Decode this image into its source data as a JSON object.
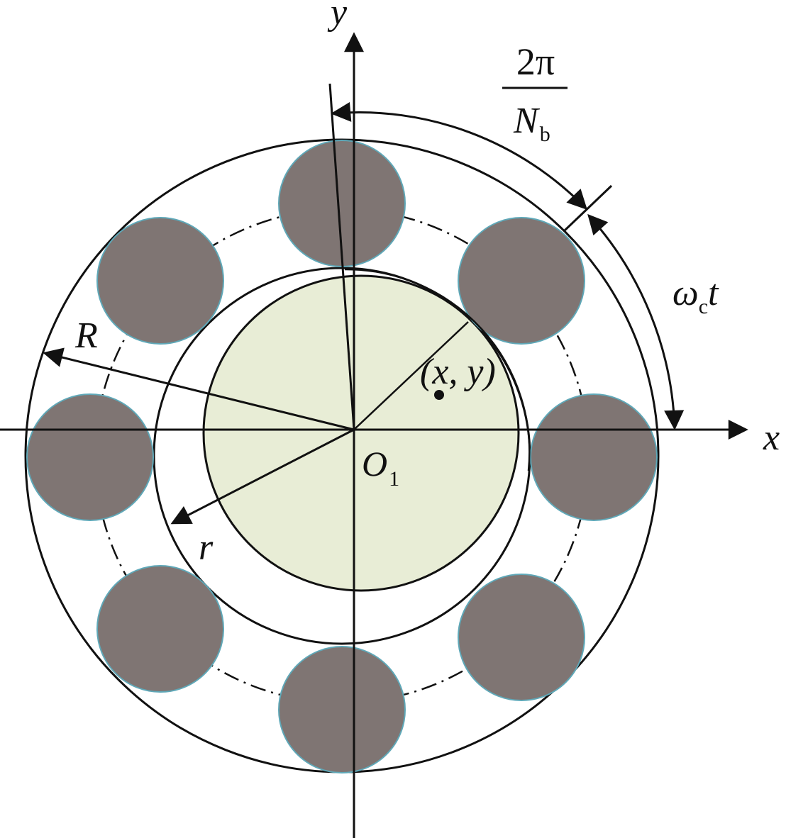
{
  "labels": {
    "y_axis": "y",
    "x_axis": "x",
    "origin": "O",
    "origin_sub": "1",
    "R": "R",
    "r": "r",
    "point": "(x, y)",
    "pitch_num": "2π",
    "pitch_den": "N",
    "pitch_den_sub": "b",
    "omega": "ω",
    "omega_sub": "c",
    "omega_t": "t"
  },
  "colors": {
    "ball_fill": "#7f7573",
    "ball_edge": "#5fa8b8",
    "inner_ring_fill": "#e8edd6",
    "line": "#111111"
  },
  "icons": {
    "ball": "rolling-ball-circle",
    "arrow": "arrowhead"
  },
  "ball_count": 8
}
